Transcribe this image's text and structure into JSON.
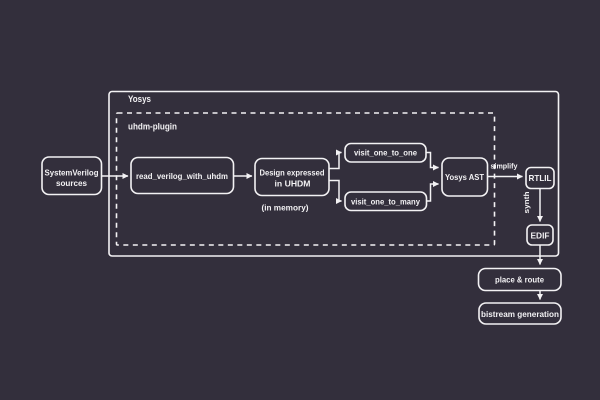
{
  "colors": {
    "background": "#332f3c",
    "line": "#f3f2f4"
  },
  "containers": {
    "yosys": {
      "label": "Yosys"
    },
    "uhdm_plugin": {
      "label": "uhdm-plugin"
    }
  },
  "nodes": {
    "sv_sources": {
      "line1": "SystemVerilog",
      "line2": "sources"
    },
    "read_verilog": {
      "label": "read_verilog_with_uhdm"
    },
    "design": {
      "line1": "Design expressed",
      "line2": "in UHDM",
      "note": "(in memory)"
    },
    "visit_one_to_one": {
      "label": "visit_one_to_one"
    },
    "visit_one_to_many": {
      "label": "visit_one_to_many"
    },
    "yosys_ast": {
      "label": "Yosys AST"
    },
    "rtlil": {
      "label": "RTLIL"
    },
    "edif": {
      "label": "EDIF"
    },
    "place_route": {
      "label": "place & route"
    },
    "bitstream": {
      "label": "bistream generation"
    }
  },
  "edges": {
    "simplify_label": "simplify",
    "synth_label": "synth"
  }
}
